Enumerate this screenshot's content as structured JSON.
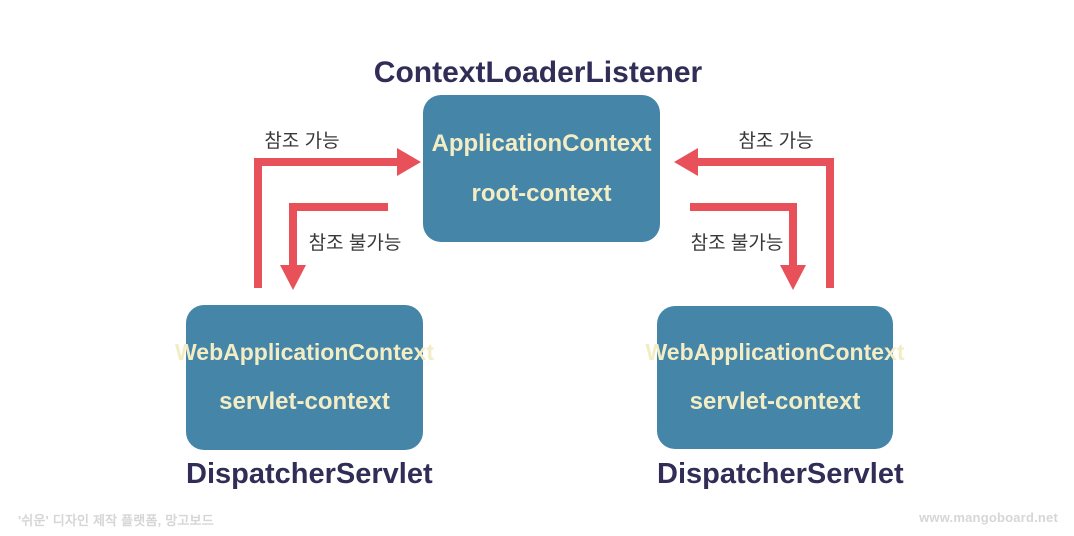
{
  "title": {
    "text": "ContextLoaderListener"
  },
  "boxes": {
    "root": {
      "line1": "ApplicationContext",
      "line2": "root-context"
    },
    "servlet_left": {
      "line1": "WebApplicationContext",
      "line2": "servlet-context"
    },
    "servlet_right": {
      "line1": "WebApplicationContext",
      "line2": "servlet-context"
    }
  },
  "captions": {
    "left": "DispatcherServlet",
    "right": "DispatcherServlet"
  },
  "arrow_labels": {
    "left_up": "참조 가능",
    "left_down": "참조 불가능",
    "right_up": "참조 가능",
    "right_down": "참조 불가능"
  },
  "watermarks": {
    "left": "'쉬운' 디자인 제작 플랫폼, 망고보드",
    "right": "www.mangoboard.net"
  },
  "colors": {
    "box": "#4585a8",
    "box-text": "#f3edc6",
    "heading": "#322d57",
    "arrow": "#e8515a",
    "label": "#383838",
    "watermark": "#d6d6d6",
    "background": "#ffffff"
  }
}
